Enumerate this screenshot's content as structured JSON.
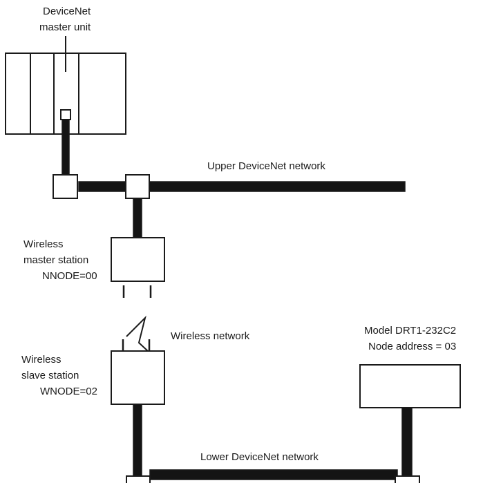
{
  "labels": {
    "master_unit_line1": "DeviceNet",
    "master_unit_line2": "master unit",
    "upper_network": "Upper DeviceNet network",
    "wireless_master_line1": "Wireless",
    "wireless_master_line2": "master station",
    "wireless_master_line3": "NNODE=00",
    "wireless_network": "Wireless network",
    "wireless_slave_line1": "Wireless",
    "wireless_slave_line2": "slave station",
    "wireless_slave_line3": "WNODE=02",
    "model_line1": "Model DRT1-232C2",
    "model_line2": "Node address = 03",
    "lower_network": "Lower DeviceNet network"
  }
}
